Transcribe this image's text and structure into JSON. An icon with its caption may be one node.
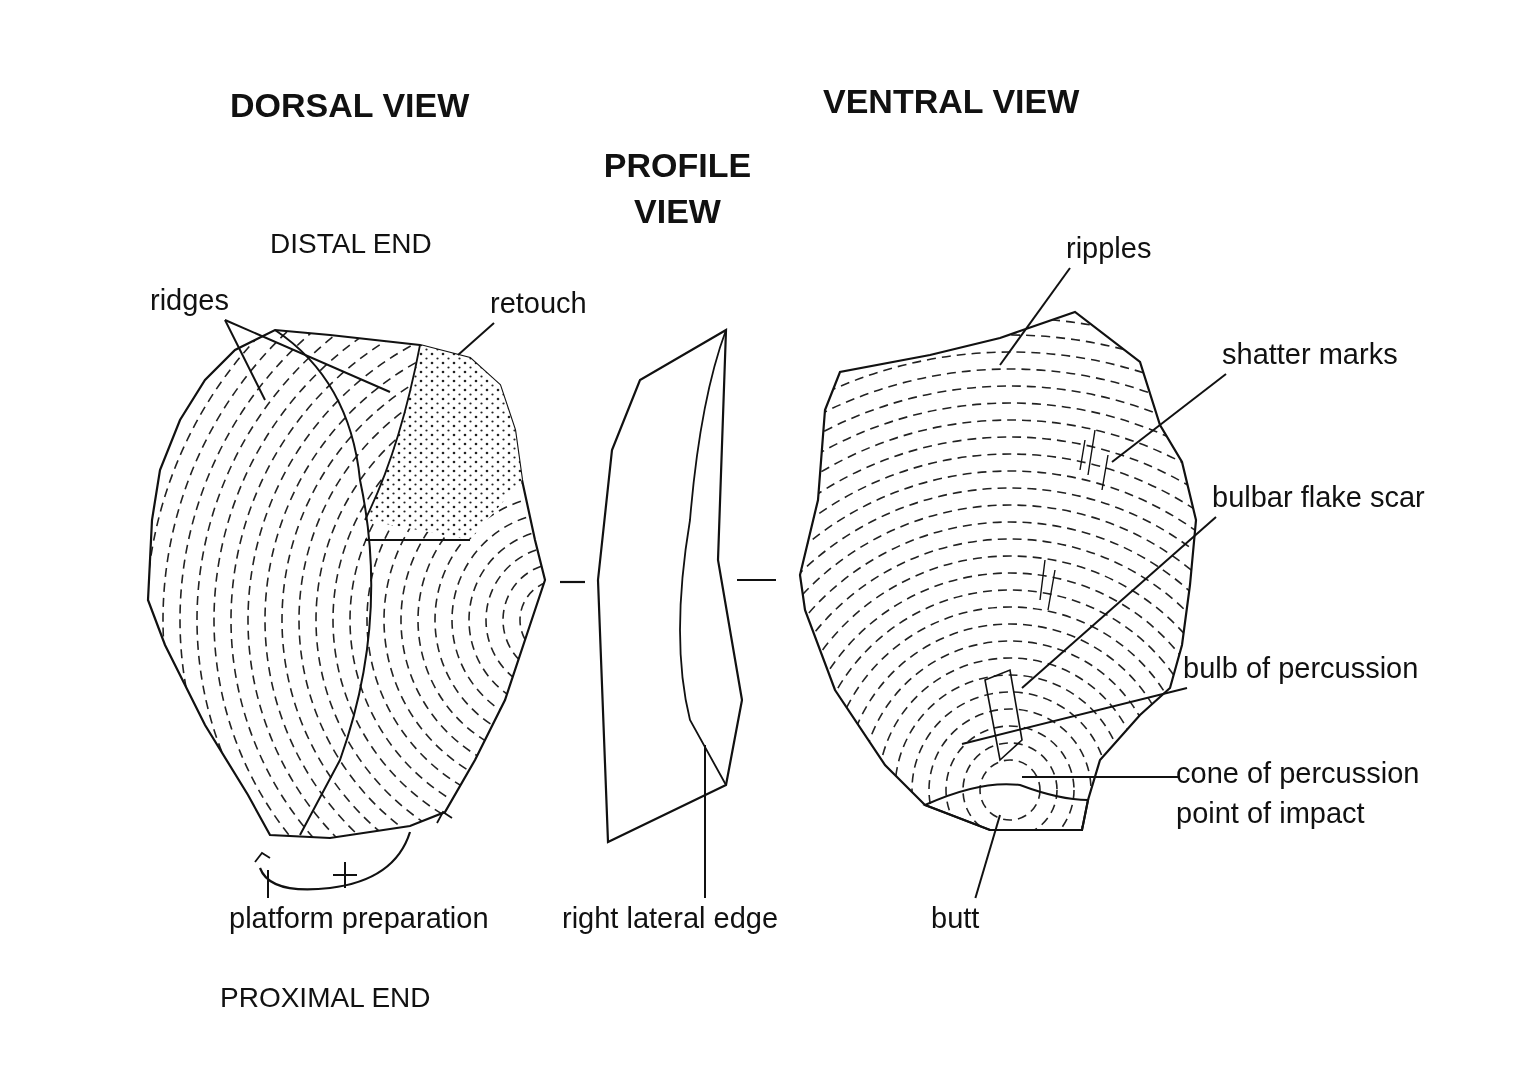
{
  "diagram": {
    "nodes": [
      {
        "text": [
          "ridges"
        ]
      },
      {
        "text": [
          "retouch"
        ]
      },
      {
        "text": [
          "platform preparation"
        ]
      },
      {
        "text": [
          "right lateral edge"
        ]
      },
      {
        "text": [
          "ripples"
        ]
      },
      {
        "text": [
          "shatter marks"
        ]
      },
      {
        "text": [
          "bulbar flake scar"
        ]
      },
      {
        "text": [
          "bulb of percussion"
        ]
      },
      {
        "text": [
          "cone of percussion",
          "point of impact"
        ]
      },
      {
        "text": [
          "butt"
        ]
      },
      {
        "text": [],
        "shape": "picture"
      },
      {
        "text": [],
        "shape": "picture"
      },
      {
        "text": [],
        "shape": "picture"
      }
    ],
    "edges": [
      {
        "from": 0,
        "to": 10,
        "arrow": "none"
      },
      {
        "from": 0,
        "to": 10,
        "arrow": "none"
      },
      {
        "from": 1,
        "to": 10,
        "arrow": "none"
      },
      {
        "from": 2,
        "to": 10,
        "arrow": "none"
      },
      {
        "from": 3,
        "to": 11,
        "arrow": "none"
      },
      {
        "from": 4,
        "to": 12,
        "arrow": "none"
      },
      {
        "from": 5,
        "to": 12,
        "arrow": "none"
      },
      {
        "from": 6,
        "to": 12,
        "arrow": "none"
      },
      {
        "from": 7,
        "to": 12,
        "arrow": "none"
      },
      {
        "from": 8,
        "to": 12,
        "arrow": "none"
      },
      {
        "from": 9,
        "to": 12,
        "arrow": "none"
      }
    ],
    "labels": [
      "DORSAL VIEW",
      "VENTRAL VIEW",
      "PROFILE VIEW",
      "DISTAL END",
      "PROXIMAL END"
    ]
  }
}
